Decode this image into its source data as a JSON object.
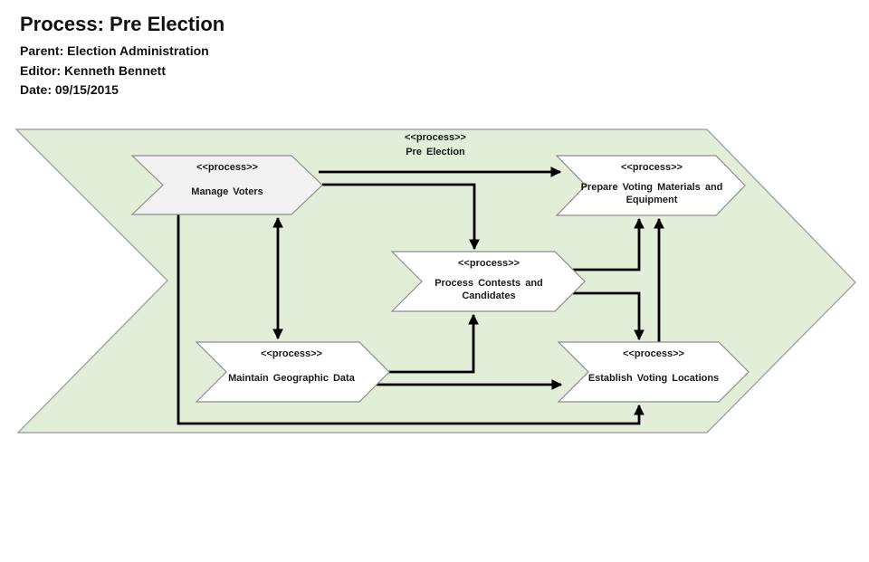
{
  "header": {
    "title": "Process: Pre Election",
    "parent": "Parent: Election Administration",
    "editor": "Editor: Kenneth Bennett",
    "date": "Date: 09/15/2015"
  },
  "diagram": {
    "container": {
      "stereotype": "<<process>>",
      "label": "Pre Election"
    },
    "nodes": [
      {
        "id": "manage-voters",
        "stereotype": "<<process>>",
        "label": "Manage Voters"
      },
      {
        "id": "prepare-voting-materials",
        "stereotype": "<<process>>",
        "label": "Prepare Voting Materials and Equipment"
      },
      {
        "id": "process-contests",
        "stereotype": "<<process>>",
        "label": "Process Contests and Candidates"
      },
      {
        "id": "maintain-geographic-data",
        "stereotype": "<<process>>",
        "label": "Maintain Geographic Data"
      },
      {
        "id": "establish-voting-locations",
        "stereotype": "<<process>>",
        "label": "Establish Voting Locations"
      }
    ],
    "edges": [
      {
        "from": "manage-voters",
        "to": "prepare-voting-materials",
        "direction": "one-way"
      },
      {
        "from": "manage-voters",
        "to": "process-contests",
        "direction": "one-way"
      },
      {
        "from": "manage-voters",
        "to": "maintain-geographic-data",
        "direction": "two-way"
      },
      {
        "from": "manage-voters",
        "to": "establish-voting-locations",
        "direction": "one-way"
      },
      {
        "from": "maintain-geographic-data",
        "to": "process-contests",
        "direction": "one-way"
      },
      {
        "from": "maintain-geographic-data",
        "to": "establish-voting-locations",
        "direction": "one-way"
      },
      {
        "from": "process-contests",
        "to": "prepare-voting-materials",
        "direction": "one-way"
      },
      {
        "from": "process-contests",
        "to": "establish-voting-locations",
        "direction": "one-way"
      },
      {
        "from": "establish-voting-locations",
        "to": "prepare-voting-materials",
        "direction": "one-way"
      }
    ],
    "colors": {
      "container_fill": "#e2eed8",
      "container_stroke": "#a6a6a6",
      "node_fill": "#ffffff",
      "manage_voters_fill": "#f2f2f2",
      "node_stroke": "#8c8c8c",
      "connector": "#000000",
      "text": "#1a1a1a"
    }
  }
}
